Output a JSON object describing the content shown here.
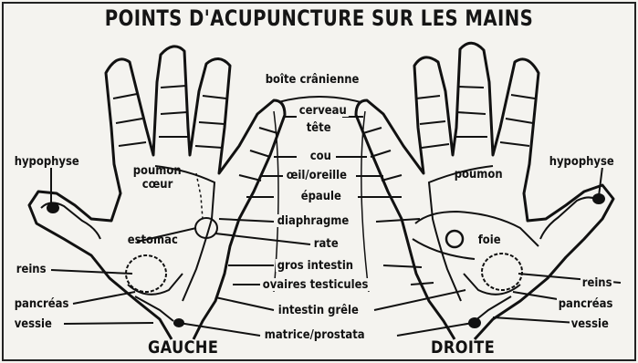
{
  "title": "POINTS D'ACUPUNCTURE SUR LES MAINS",
  "sides": {
    "left": "GAUCHE",
    "right": "DROITE"
  },
  "labels": {
    "boite_cranienne": "boîte crânienne",
    "cerveau": "cerveau",
    "tete": "tête",
    "cou": "cou",
    "oeil_oreille": "œil/oreille",
    "epaule": "épaule",
    "diaphragme": "diaphragme",
    "rate": "rate",
    "gros_intestin": "gros intestin",
    "ovaires_testicules": "ovaires testicules",
    "intestin_grele": "intestin grêle",
    "matrice_prostate": "matrice/prostata",
    "hypophyse_left": "hypophyse",
    "hypophyse_right": "hypophyse",
    "poumon_coeur_1": "poumon",
    "poumon_coeur_2": "cœur",
    "poumon_right": "poumon",
    "estomac": "estomac",
    "foie": "foie",
    "reins_left": "reins",
    "pancreas_left": "pancréas",
    "vessie_left": "vessie",
    "reins_right": "reins",
    "pancreas_right": "pancréas",
    "vessie_right": "vessie"
  },
  "colors": {
    "ink": "#111111",
    "paper": "#f4f3ef"
  }
}
